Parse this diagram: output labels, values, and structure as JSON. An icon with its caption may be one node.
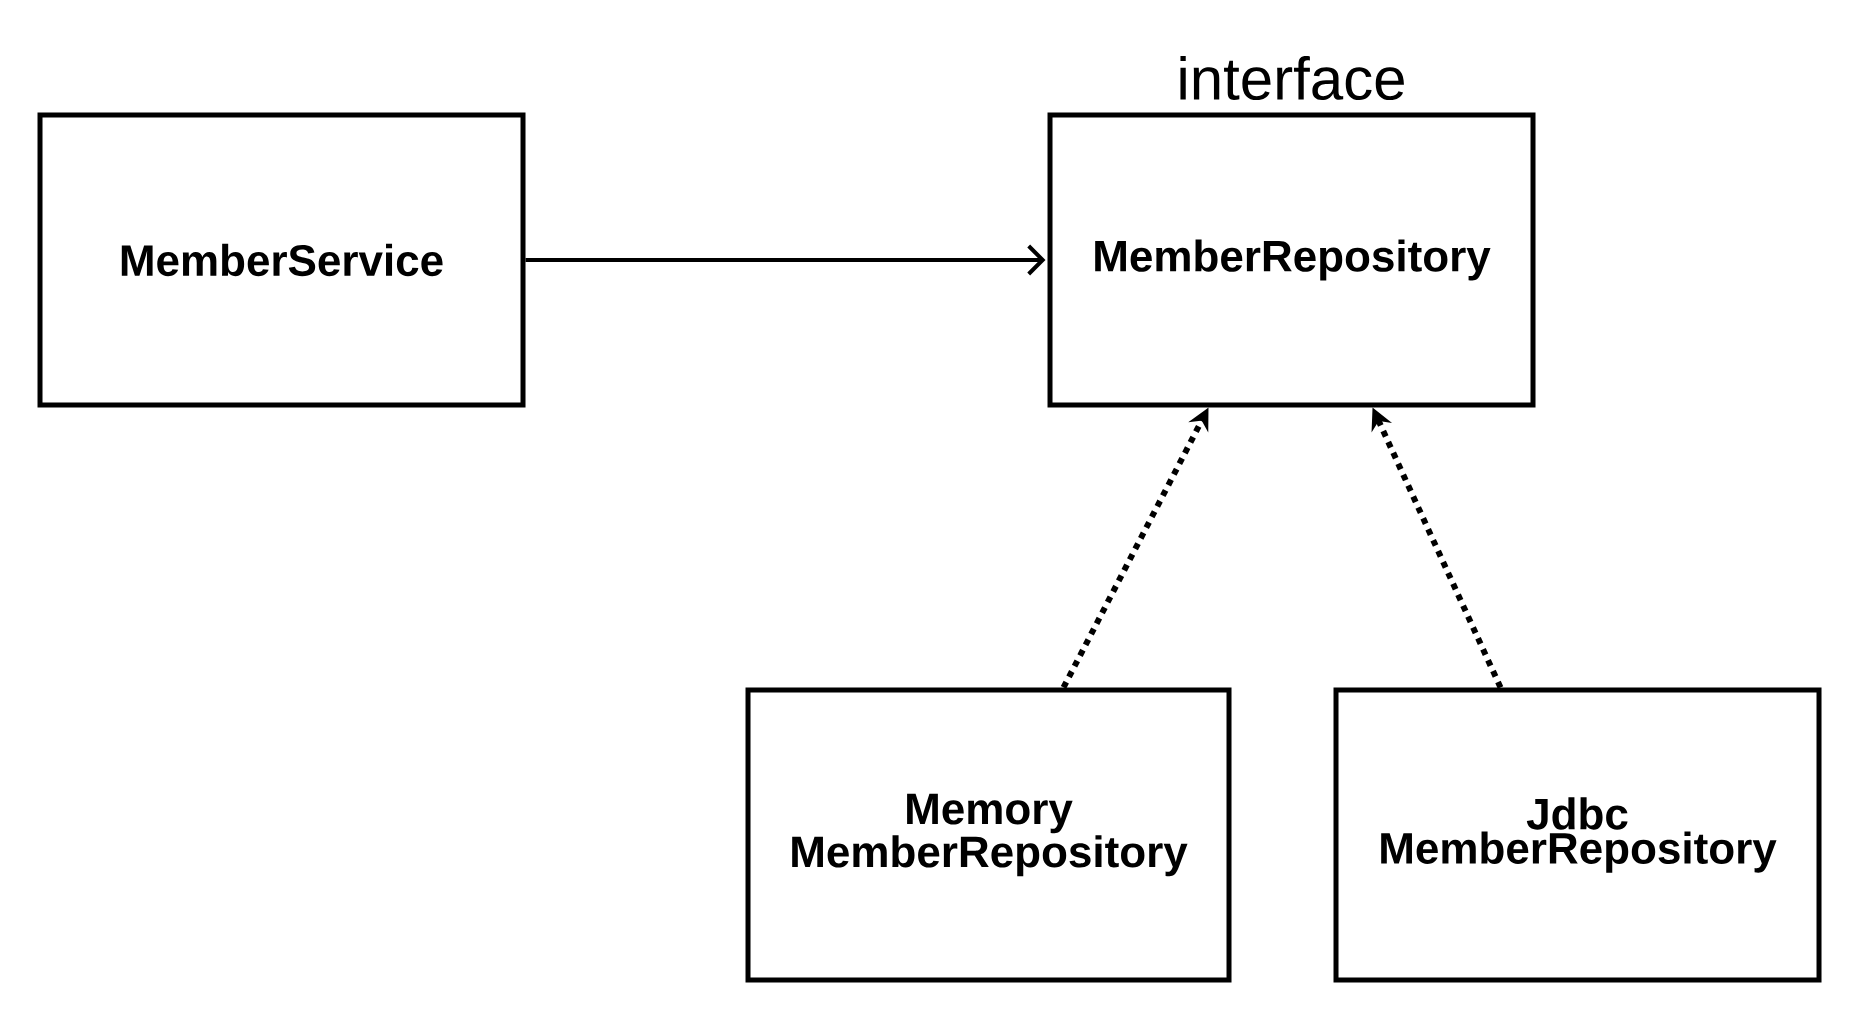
{
  "diagram": {
    "nodes": [
      {
        "text": [
          "MemberService"
        ]
      },
      {
        "text": [
          "interface",
          "MemberRepository"
        ]
      },
      {
        "text": [
          "Memory MemberRepository"
        ]
      },
      {
        "text": [
          "Jdbc MemberRepository"
        ]
      }
    ],
    "edges": [
      {
        "from": 0,
        "to": 1,
        "arrow": "to"
      },
      {
        "from": 2,
        "to": 1,
        "arrow": "to",
        "style": "dashed"
      },
      {
        "from": 3,
        "to": 1,
        "arrow": "to",
        "style": "dashed"
      }
    ]
  }
}
